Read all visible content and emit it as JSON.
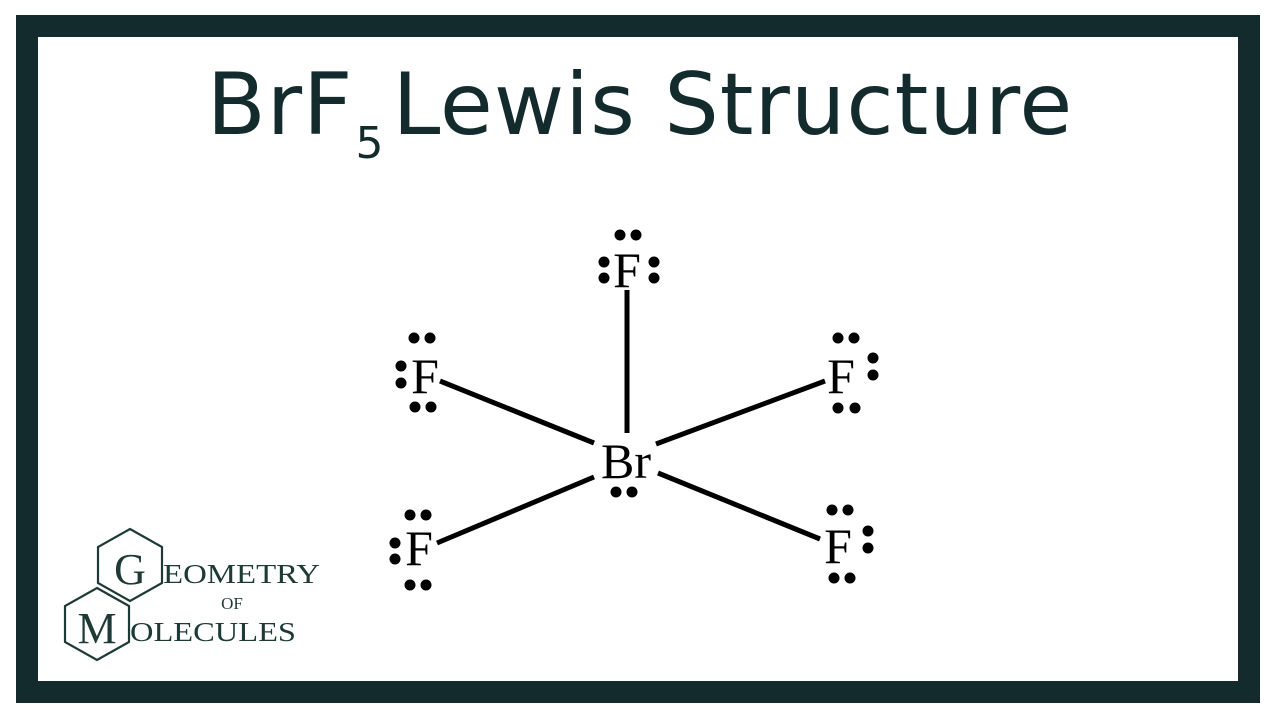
{
  "title": {
    "prefix": "BrF",
    "subscript": "5",
    "suffix": "Lewis Structure"
  },
  "molecule": {
    "central_atom": "Br",
    "central_lone_pairs": 1,
    "ligand_atom": "F",
    "ligand_count": 5,
    "ligand_lone_pairs_each": 3,
    "bond_type": "single"
  },
  "logo": {
    "letter_top": "G",
    "letter_bottom": "M",
    "line1": "EOMETRY",
    "line2": "OF",
    "line3": "OLECULES"
  },
  "colors": {
    "frame": "#142b2e",
    "title": "#142b2e",
    "diagram": "#000000",
    "logo": "#1e3a36"
  }
}
